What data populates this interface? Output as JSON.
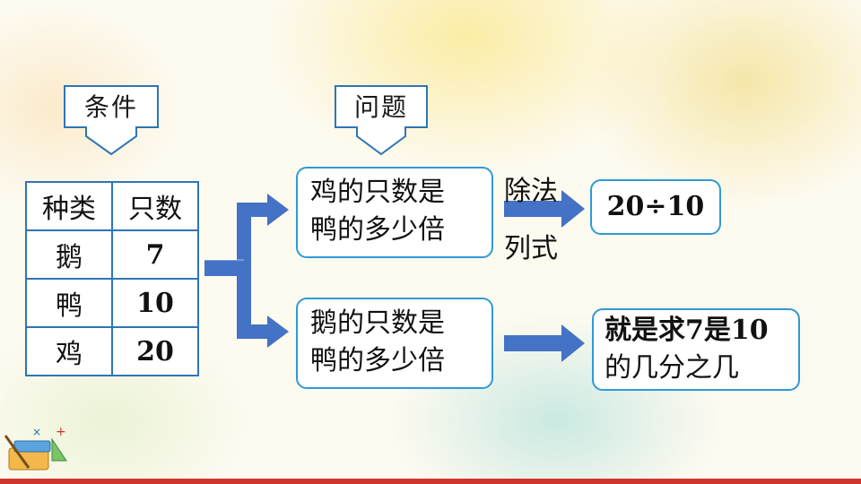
{
  "callouts": {
    "condition": "条件",
    "question": "问题"
  },
  "table": {
    "headers": [
      "种类",
      "只数"
    ],
    "rows": [
      {
        "kind": "鹅",
        "count": "7"
      },
      {
        "kind": "鸭",
        "count": "10"
      },
      {
        "kind": "鸡",
        "count": "20"
      }
    ]
  },
  "question1": {
    "line1": "鸡的只数是",
    "line2": "鸭的多少倍"
  },
  "question2": {
    "line1": "鹅的只数是",
    "line2": "鸭的多少倍"
  },
  "method": {
    "top": "除法",
    "bottom": "列式"
  },
  "answer1": "20÷10",
  "answer2": {
    "line1": "就是求7是10",
    "line2": "的几分之几"
  },
  "colors": {
    "arrow": "#4472c4",
    "table_border": "#2e75b6",
    "box_border": "#2e9ad6",
    "bottom_bar": "#d0342c"
  }
}
